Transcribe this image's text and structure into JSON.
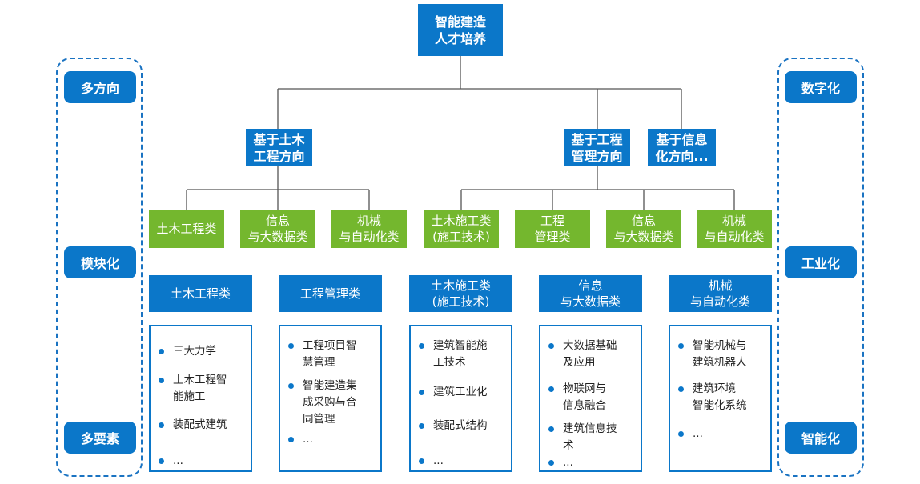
{
  "root": "智能建造\n人才培养",
  "side_left": [
    "多方向",
    "模块化",
    "多要素"
  ],
  "side_right": [
    "数字化",
    "工业化",
    "智能化"
  ],
  "directions": [
    "基于土木\n工程方向",
    "基于工程\n管理方向",
    "基于信息\n化方向..."
  ],
  "green_left": [
    "土木工程类",
    "信息\n与大数据类",
    "机械\n与自动化类"
  ],
  "green_right": [
    "土木施工类\n(施工技术)",
    "工程\n管理类",
    "信息\n与大数据类",
    "机械\n与自动化类"
  ],
  "modules": [
    {
      "title": "土木工程类",
      "items": [
        "三大力学",
        "土木工程智\n能施工",
        "装配式建筑",
        "..."
      ]
    },
    {
      "title": "工程管理类",
      "items": [
        "工程项目智\n慧管理",
        "智能建造集\n成采购与合\n同管理",
        "..."
      ]
    },
    {
      "title": "土木施工类\n(施工技术)",
      "items": [
        "建筑智能施\n工技术",
        "建筑工业化",
        "装配式结构",
        "..."
      ]
    },
    {
      "title": "信息\n与大数据类",
      "items": [
        "大数据基础\n及应用",
        "物联网与\n信息融合",
        "建筑信息技\n术",
        "..."
      ]
    },
    {
      "title": "机械\n与自动化类",
      "items": [
        "智能机械与\n建筑机器人",
        "建筑环境\n智能化系统",
        "..."
      ]
    }
  ],
  "colors": {
    "primary_blue": "#0b77c9",
    "green": "#74b72e",
    "line": "#555555"
  }
}
